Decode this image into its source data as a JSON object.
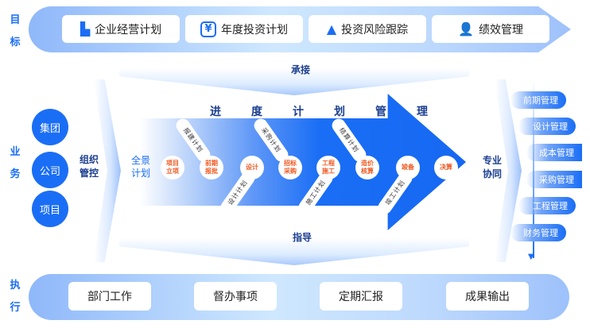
{
  "goals": {
    "side_label": [
      "目",
      "标"
    ],
    "items": [
      {
        "icon": "building-icon",
        "label": "企业经营计划"
      },
      {
        "icon": "yuan-hexagon-icon",
        "label": "年度投资计划"
      },
      {
        "icon": "warning-icon",
        "label": "投资风险跟踪"
      },
      {
        "icon": "user-performance-icon",
        "label": "绩效管理"
      }
    ]
  },
  "connect_top": "承接",
  "connect_bottom": "指导",
  "business": {
    "side_label": [
      "业",
      "务"
    ],
    "levels": [
      "集团",
      "公司",
      "项目"
    ],
    "org_control": [
      "组织",
      "管控"
    ],
    "overall_plan": [
      "全景",
      "计划"
    ]
  },
  "progress": {
    "title": [
      "进",
      "度",
      "计",
      "划",
      "管",
      "理"
    ],
    "nodes": [
      [
        "项目",
        "立项"
      ],
      [
        "前期",
        "报批"
      ],
      [
        "设计",
        ""
      ],
      [
        "招标",
        "采购"
      ],
      [
        "工程",
        "施工"
      ],
      [
        "造价",
        "核算"
      ],
      [
        "竣备",
        ""
      ],
      [
        "决算",
        ""
      ]
    ],
    "top_plans": [
      "报建计划",
      "采购计划",
      "结算计划"
    ],
    "bottom_plans": [
      "设计计划",
      "施工计划",
      "竣工计划"
    ]
  },
  "collab": {
    "label": [
      "专业",
      "协同"
    ],
    "items": [
      "前期管理",
      "设计管理",
      "成本管理",
      "采购管理",
      "工程管理",
      "财务管理"
    ]
  },
  "execution": {
    "side_label": [
      "执",
      "行"
    ],
    "items": [
      "部门工作",
      "督办事项",
      "定期汇报",
      "成果输出"
    ]
  },
  "colors": {
    "primary": "#1a6ef5",
    "node_text": "#f05a22",
    "dark_blue": "#1b3f8f"
  }
}
